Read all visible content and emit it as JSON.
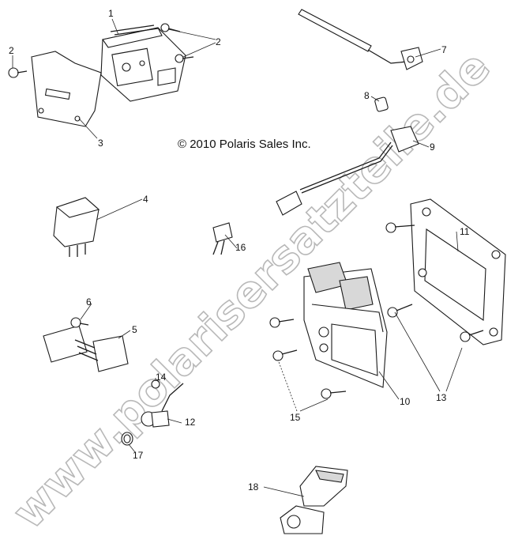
{
  "diagram": {
    "copyright": "© 2010 Polaris Sales Inc.",
    "watermark": "www.polarisersatzteile.de",
    "callouts": {
      "c1": "1",
      "c2a": "2",
      "c2b": "2",
      "c3": "3",
      "c4": "4",
      "c5": "5",
      "c6": "6",
      "c7": "7",
      "c8": "8",
      "c9": "9",
      "c10": "10",
      "c11": "11",
      "c12": "12",
      "c13": "13",
      "c14": "14",
      "c15": "15",
      "c16": "16",
      "c17": "17",
      "c18": "18"
    }
  }
}
